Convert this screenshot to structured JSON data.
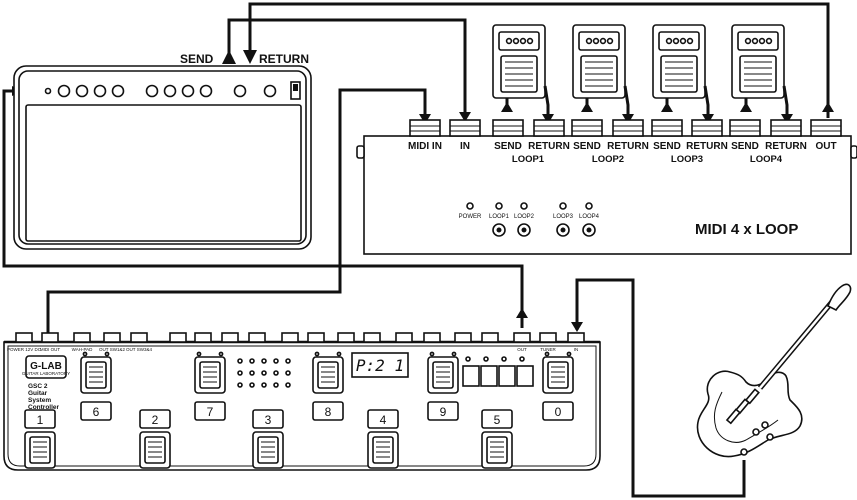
{
  "amp": {
    "send_label": "SEND",
    "return_label": "RETURN"
  },
  "midi4loop": {
    "title": "MIDI 4 x LOOP",
    "jacks": [
      "MIDI IN",
      "IN",
      "SEND",
      "RETURN",
      "SEND",
      "RETURN",
      "SEND",
      "RETURN",
      "SEND",
      "RETURN",
      "OUT"
    ],
    "loops": [
      "LOOP1",
      "LOOP2",
      "LOOP3",
      "LOOP4"
    ],
    "leds": [
      "POWER",
      "LOOP1",
      "LOOP2",
      "LOOP3",
      "LOOP4"
    ]
  },
  "controller": {
    "logo": "G-LAB",
    "logo_sub": "GUITAR LABORATORY",
    "model_lines": [
      "GSC 2",
      "Guitar",
      "System",
      "Controller"
    ],
    "display": "P:2 1",
    "jacks": [
      "POWER 12V DC",
      "MIDI OUT",
      "WAH-PAD",
      "OUT SW1&2",
      "OUT SW3&4",
      "OUT",
      "TUNER",
      "IN"
    ],
    "footswitches_top": [
      "6",
      "7",
      "8",
      "9",
      "0"
    ],
    "footswitches_bottom": [
      "1",
      "2",
      "3",
      "4",
      "5"
    ]
  },
  "colors": {
    "line": "#111111",
    "background": "#ffffff"
  }
}
